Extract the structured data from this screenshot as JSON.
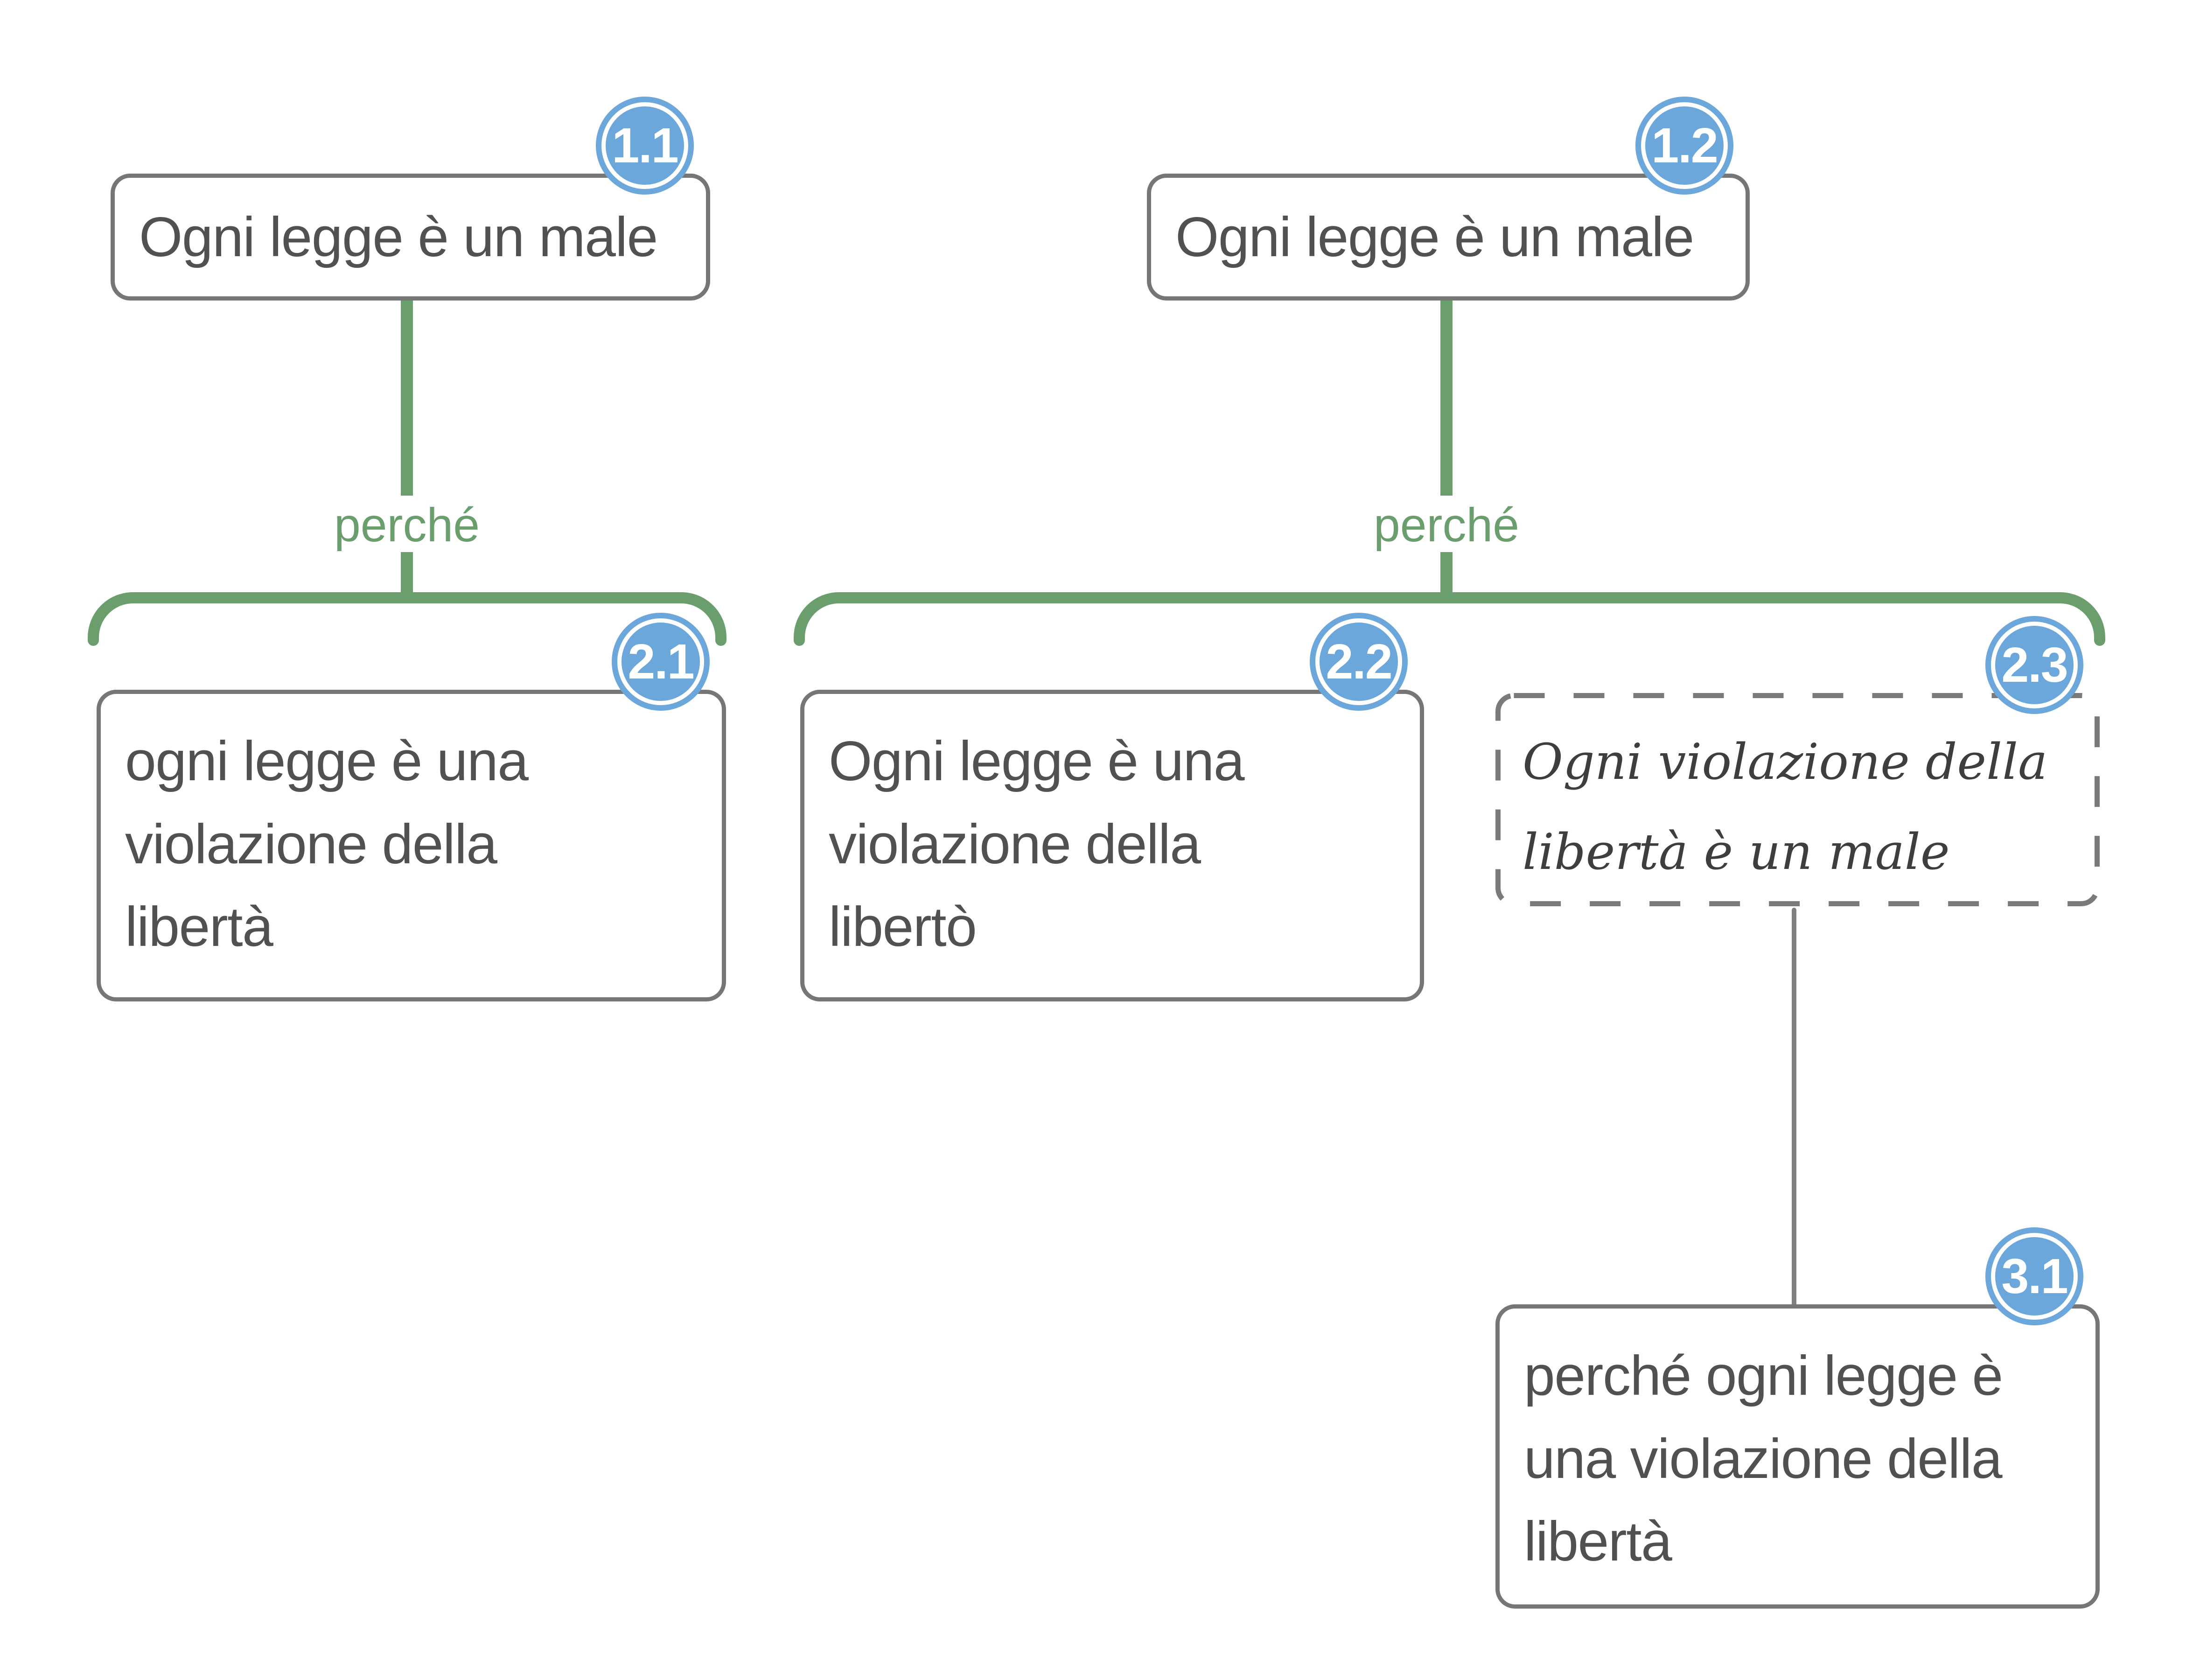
{
  "diagram": {
    "type": "argument-map",
    "language": "it",
    "colors": {
      "support_green": "#6a9e6d",
      "badge_blue": "#6ba7db",
      "box_border_gray": "#767676",
      "box_text_gray": "#515151",
      "dashed_border_gray": "#7a7a7a",
      "connector_gray": "#808080",
      "handwriting_gray": "#3e3e3e",
      "background": "#ffffff"
    },
    "nodes": {
      "n11": {
        "id": "1.1",
        "lines": [
          "Ogni legge è un male"
        ]
      },
      "n12": {
        "id": "1.2",
        "lines": [
          "Ogni legge è un male"
        ]
      },
      "n21": {
        "id": "2.1",
        "lines": [
          "ogni legge è una",
          "violazione della",
          "libertà"
        ]
      },
      "n22": {
        "id": "2.2",
        "lines": [
          "Ogni legge è una",
          "violazione della",
          "libertò"
        ]
      },
      "n23": {
        "id": "2.3",
        "lines": [
          "Ogni violazione della",
          "libertà è un male"
        ],
        "style": "dashed-handwritten"
      },
      "n31": {
        "id": "3.1",
        "lines": [
          "perché ogni legge è",
          "una violazione della",
          "libertà"
        ]
      }
    },
    "edges": {
      "left_reason_label": "perché",
      "right_reason_label": "perché"
    }
  }
}
